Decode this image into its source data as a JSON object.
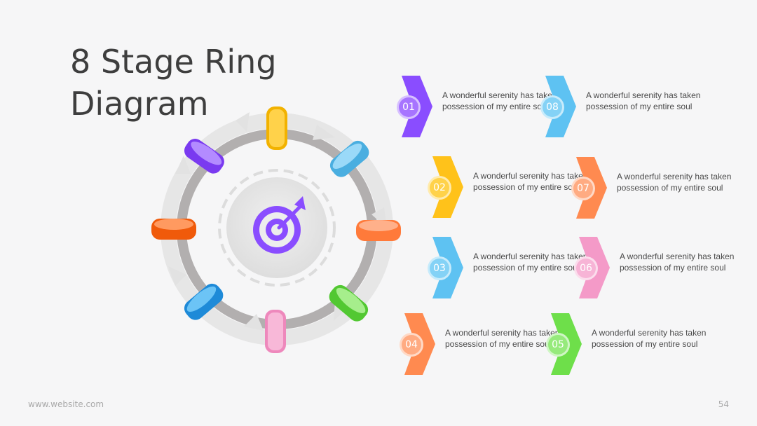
{
  "slide": {
    "title": "8 Stage Ring Diagram",
    "footer_url": "www.website.com",
    "page_number": "54"
  },
  "center_icon": "target-with-arrow-icon",
  "colors": {
    "purple": "#8a4dff",
    "yellow": "#ffc21a",
    "sky": "#5ec2f2",
    "orange": "#ff8a50",
    "green": "#6edf4a",
    "pink": "#f49ac8",
    "blue": "#2e9be8",
    "red_orange": "#ff6a1c"
  },
  "stages": [
    {
      "num": "01",
      "text": "A wonderful serenity has taken possession of my entire soul",
      "color": "#8a4dff"
    },
    {
      "num": "02",
      "text": "A wonderful serenity has taken possession of my entire soul",
      "color": "#ffc21a"
    },
    {
      "num": "03",
      "text": "A wonderful serenity has taken possession of my entire soul",
      "color": "#5ec2f2"
    },
    {
      "num": "04",
      "text": "A wonderful serenity has taken possession of my entire soul",
      "color": "#ff8a50"
    },
    {
      "num": "05",
      "text": "A wonderful serenity has taken possession of my entire soul",
      "color": "#6edf4a"
    },
    {
      "num": "06",
      "text": "A wonderful serenity has taken possession of my entire soul",
      "color": "#f49ac8"
    },
    {
      "num": "07",
      "text": "A wonderful serenity has taken possession of my entire soul",
      "color": "#ff8a50"
    },
    {
      "num": "08",
      "text": "A wonderful serenity has taken possession of my entire soul",
      "color": "#5ec2f2"
    }
  ]
}
